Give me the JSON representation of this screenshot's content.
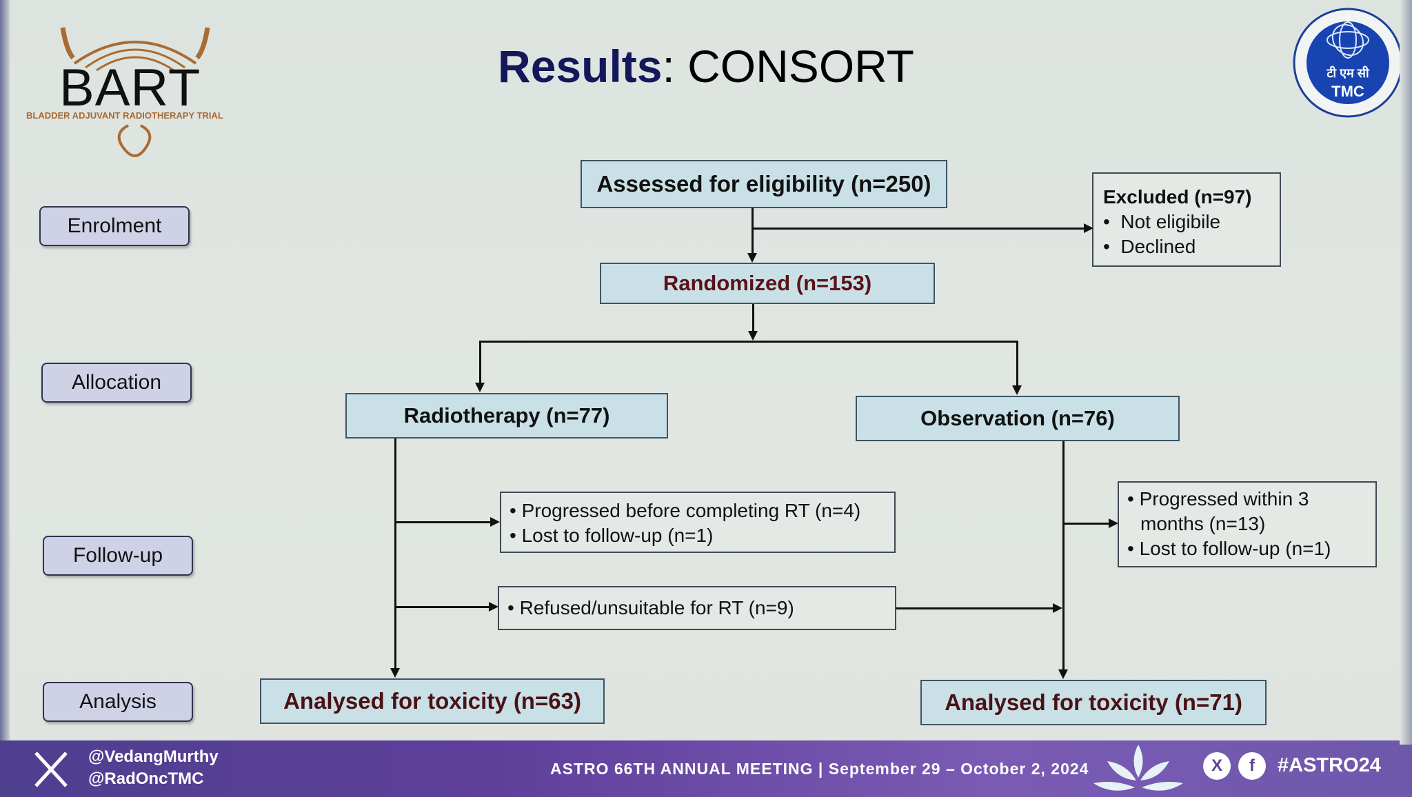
{
  "header": {
    "title_bold": "Results",
    "title_rest": ": CONSORT",
    "logo_text": "BART",
    "logo_subtitle": "BLADDER ADJUVANT RADIOTHERAPY TRIAL",
    "seal_text": "टी एम सी",
    "seal_tmc": "TMC"
  },
  "stages": [
    "Enrolment",
    "Allocation",
    "Follow-up",
    "Analysis"
  ],
  "flow": {
    "assessed": "Assessed for eligibility (n=250)",
    "excluded_title": "Excluded (n=97)",
    "excluded_items": [
      "Not eligibile",
      "Declined"
    ],
    "randomized": "Randomized (n=153)",
    "arm_left": "Radiotherapy (n=77)",
    "arm_right": "Observation (n=76)",
    "left_losses": [
      "Progressed before completing RT (n=4)",
      "Lost to follow-up (n=1)"
    ],
    "right_losses": [
      "Progressed within 3",
      "months (n=13)",
      "Lost to follow-up (n=1)"
    ],
    "crossover": "Refused/unsuitable for RT (n=9)",
    "analysis_left": "Analysed for toxicity (n=63)",
    "analysis_right": "Analysed for toxicity (n=71)"
  },
  "footer": {
    "handle_1": "@VedangMurthy",
    "handle_2": "@RadOncTMC",
    "meeting": "ASTRO 66TH ANNUAL MEETING | September 29 – October 2, 2024",
    "hashtag": "#ASTRO24"
  },
  "colors": {
    "title_blue": "#14185a",
    "box_fill": "#c9e0e6",
    "stage_fill": "#cfd2e7",
    "footer_purple": "#5e3f9a",
    "randomized_text": "#5a1218"
  }
}
